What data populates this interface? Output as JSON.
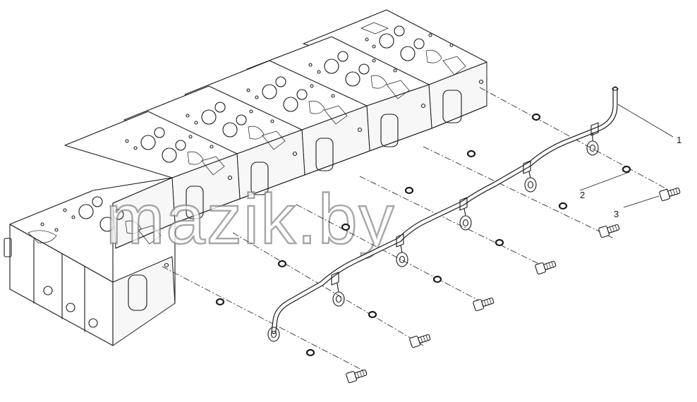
{
  "diagram": {
    "callouts": [
      {
        "id": "1",
        "label": "1"
      },
      {
        "id": "2",
        "label": "2"
      },
      {
        "id": "3",
        "label": "3"
      }
    ],
    "watermark": "mazik.by"
  }
}
